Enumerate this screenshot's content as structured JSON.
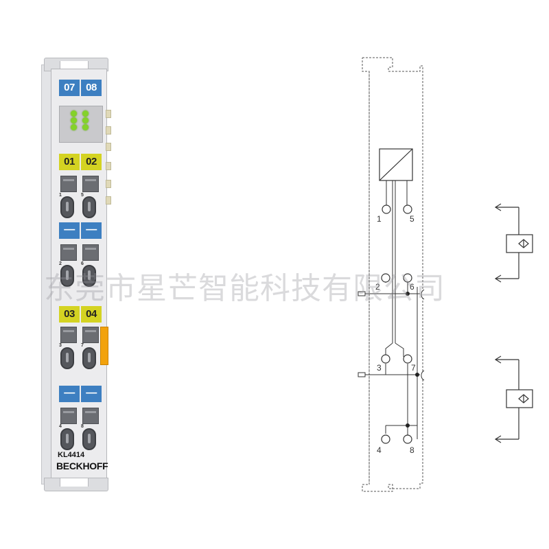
{
  "module": {
    "tabs_top": [
      "07",
      "08"
    ],
    "tabs_mid1": [
      "01",
      "02"
    ],
    "tabs_dash1": [
      "—",
      "—"
    ],
    "tabs_mid2": [
      "03",
      "04"
    ],
    "tabs_dash2": [
      "—",
      "—"
    ],
    "pins_row1": [
      "1",
      "5"
    ],
    "pins_row2": [
      "2",
      "6"
    ],
    "pins_row3": [
      "3",
      "7"
    ],
    "pins_row4": [
      "4",
      "8"
    ],
    "model": "KL4414",
    "brand": "BECKHOFF",
    "colors": {
      "blue_tab": "#3d7fc1",
      "yellow_tab": "#d4d322",
      "led": "#84d22a",
      "orange_tab": "#f2a20c"
    }
  },
  "watermark": "东莞市星芒智能科技有限公司",
  "schematic": {
    "terminals": [
      "1",
      "5",
      "2",
      "6",
      "3",
      "7",
      "4",
      "8"
    ]
  }
}
